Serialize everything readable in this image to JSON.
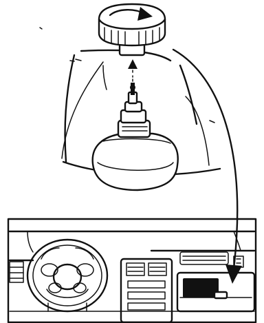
{
  "diagram": {
    "kind": "instruction-illustration",
    "ink_color": "#111111",
    "background_color": "#ffffff",
    "parts": [
      {
        "name": "knob-cap",
        "icon": "ribbed-knob-icon"
      },
      {
        "name": "turn-direction-arrow",
        "icon": "curved-arrow-icon"
      },
      {
        "name": "lift-arrow",
        "icon": "dashed-up-arrow-icon"
      },
      {
        "name": "valve-stem",
        "icon": "threaded-valve-icon"
      },
      {
        "name": "storage-arrow",
        "icon": "long-curved-arrow-icon"
      },
      {
        "name": "dashboard-view",
        "icon": "dashboard-icon"
      },
      {
        "name": "steering-wheel",
        "icon": "steering-wheel-icon"
      },
      {
        "name": "glove-box",
        "icon": "glove-box-icon"
      }
    ]
  }
}
